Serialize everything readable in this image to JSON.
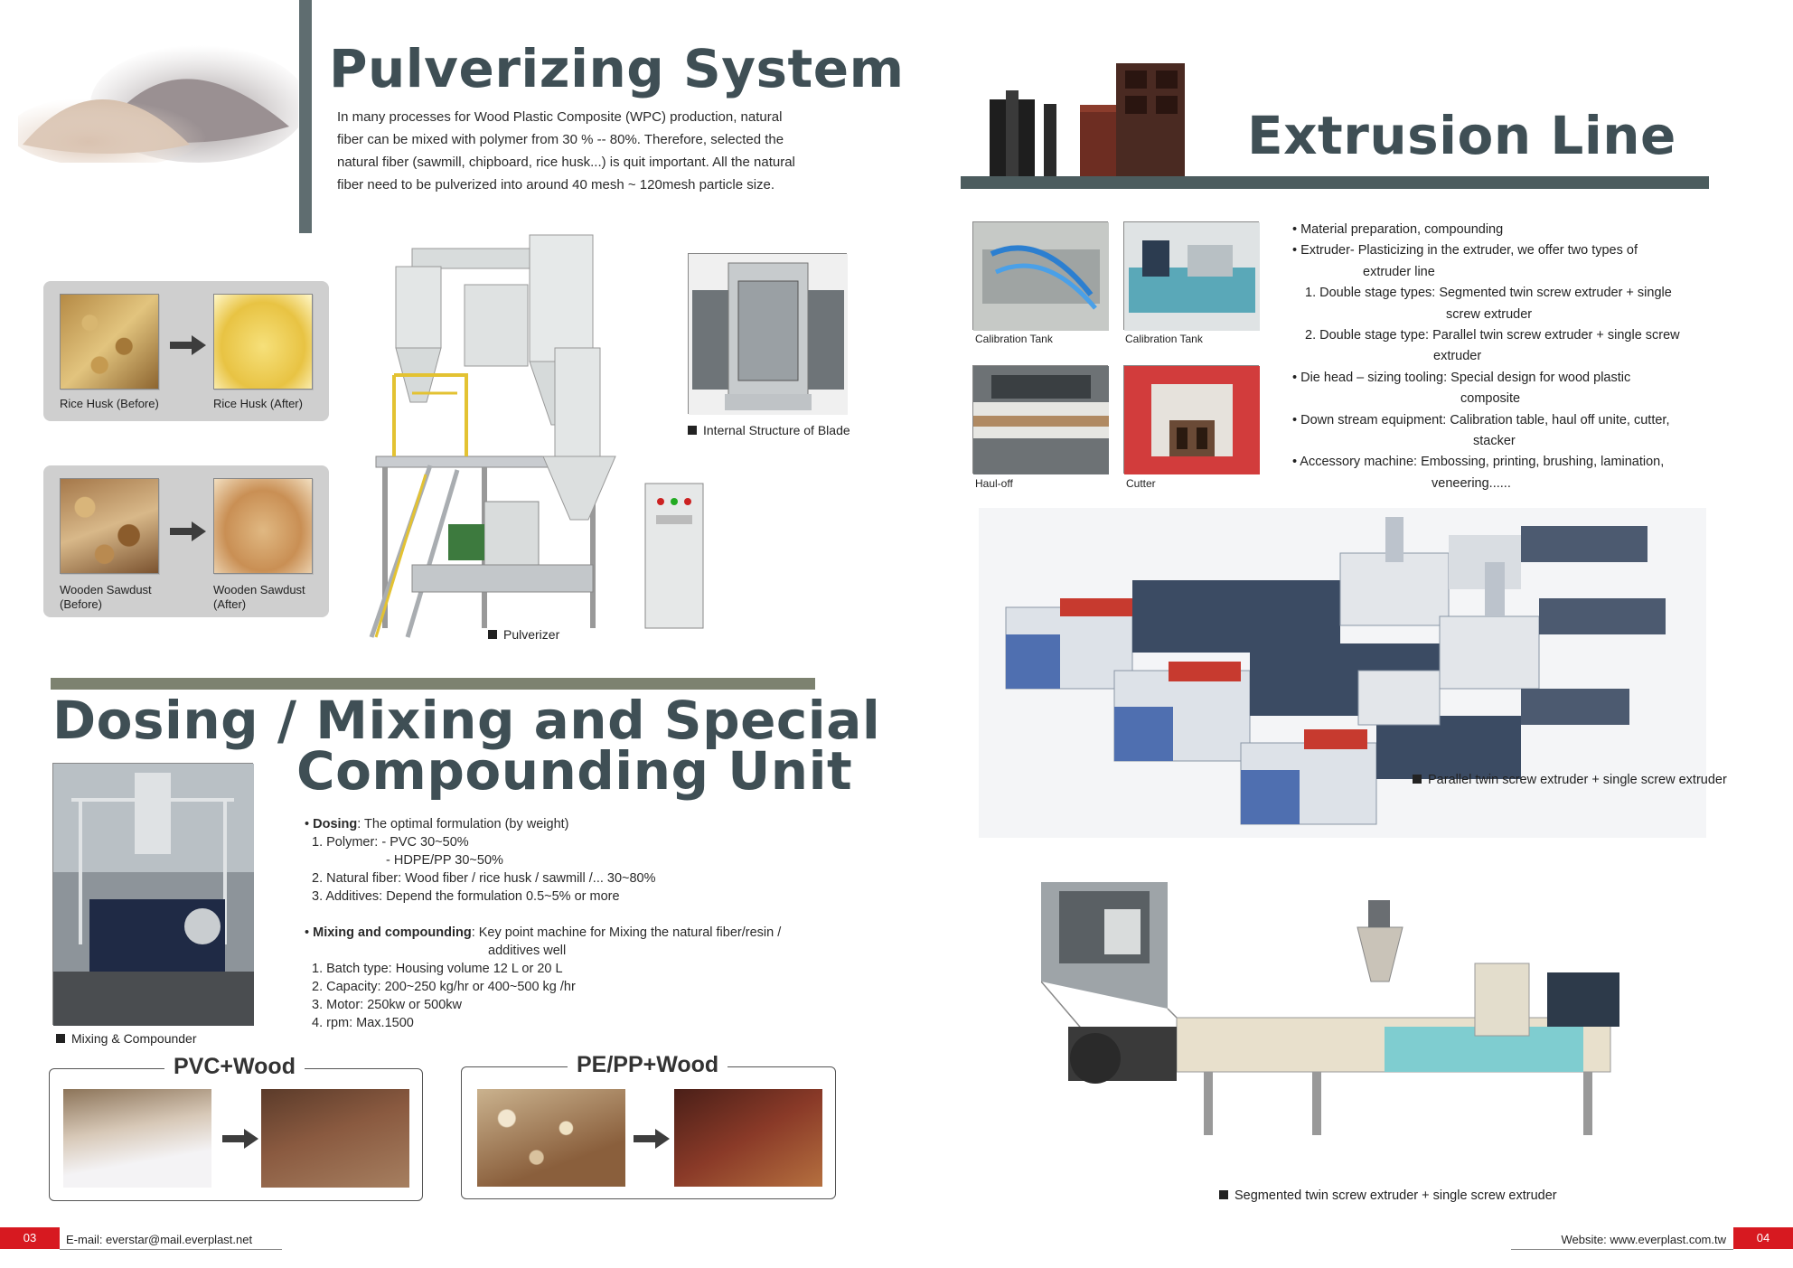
{
  "pulverizing": {
    "title": "Pulverizing System",
    "lines": [
      "In many processes for Wood Plastic Composite (WPC) production, natural",
      "fiber can be mixed with polymer from 30 % -- 80%. Therefore, selected the",
      "natural fiber (sawmill, chipboard, rice husk...) is quit important. All the natural",
      "fiber need to be pulverized into around 40 mesh ~ 120mesh particle size."
    ],
    "samples": [
      {
        "before": "Rice Husk (Before)",
        "after": "Rice Husk (After)"
      },
      {
        "before": "Wooden Sawdust\n(Before)",
        "after": "Wooden Sawdust\n(After)"
      }
    ],
    "pulverizer_caption": "Pulverizer",
    "blade_caption": "Internal Structure of Blade"
  },
  "extrusion": {
    "title": "Extrusion Line",
    "photos": [
      "Calibration Tank",
      "Calibration Tank",
      "Haul-off",
      "Cutter"
    ],
    "bullets": [
      {
        "text": "• Material preparation, compounding"
      },
      {
        "text": "• Extruder- Plasticizing in the extruder, we offer two types of"
      },
      {
        "text": "extruder line",
        "indent": 78
      },
      {
        "text": "1. Double stage types: Segmented twin screw extruder + single",
        "indent": 14
      },
      {
        "text": "screw extruder",
        "indent": 170
      },
      {
        "text": "2. Double stage type: Parallel twin screw extruder + single screw",
        "indent": 14
      },
      {
        "text": "extruder",
        "indent": 156
      },
      {
        "text": "• Die head – sizing tooling: Special design for wood plastic"
      },
      {
        "text": "composite",
        "indent": 186
      },
      {
        "text": "• Down stream equipment: Calibration table, haul off unite, cutter,"
      },
      {
        "text": "stacker",
        "indent": 200
      },
      {
        "text": "• Accessory machine: Embossing, printing, brushing, lamination,"
      },
      {
        "text": "veneering......",
        "indent": 154
      }
    ],
    "parallel_caption": "Parallel twin screw extruder + single screw extruder",
    "segmented_caption": "Segmented twin screw extruder + single screw extruder"
  },
  "dosing": {
    "title_line1": "Dosing / Mixing and Special",
    "title_line2": "Compounding Unit",
    "photo_caption": "Mixing & Compounder",
    "dosing_label": "Dosing",
    "dosing_rest": ": The optimal formulation (by weight)",
    "dosing_items": [
      {
        "text": "1. Polymer: - PVC  30~50%",
        "indent": 8
      },
      {
        "text": "- HDPE/PP  30~50%",
        "indent": 90
      },
      {
        "text": "2. Natural fiber: Wood fiber / rice husk / sawmill /... 30~80%",
        "indent": 8
      },
      {
        "text": "3. Additives: Depend the formulation 0.5~5% or more",
        "indent": 8
      }
    ],
    "mixing_label": "Mixing and compounding",
    "mixing_rest": ": Key point machine for Mixing the natural fiber/resin /",
    "mixing_cont": "additives well",
    "mixing_items": [
      "1. Batch type: Housing volume 12 L or 20 L",
      "2. Capacity: 200~250 kg/hr or 400~500 kg /hr",
      "3. Motor: 250kw or 500kw",
      "4. rpm: Max.1500"
    ],
    "box1_label": "PVC+Wood",
    "box2_label": "PE/PP+Wood"
  },
  "footer": {
    "page_left": "03",
    "email": "E-mail: everstar@mail.everplast.net",
    "website": "Website: www.everplast.com.tw",
    "page_right": "04"
  },
  "colors": {
    "title": "#3f4f55",
    "bar": "#4c5c5e",
    "olive_bar": "#7d8270",
    "footer_red": "#d71920"
  }
}
